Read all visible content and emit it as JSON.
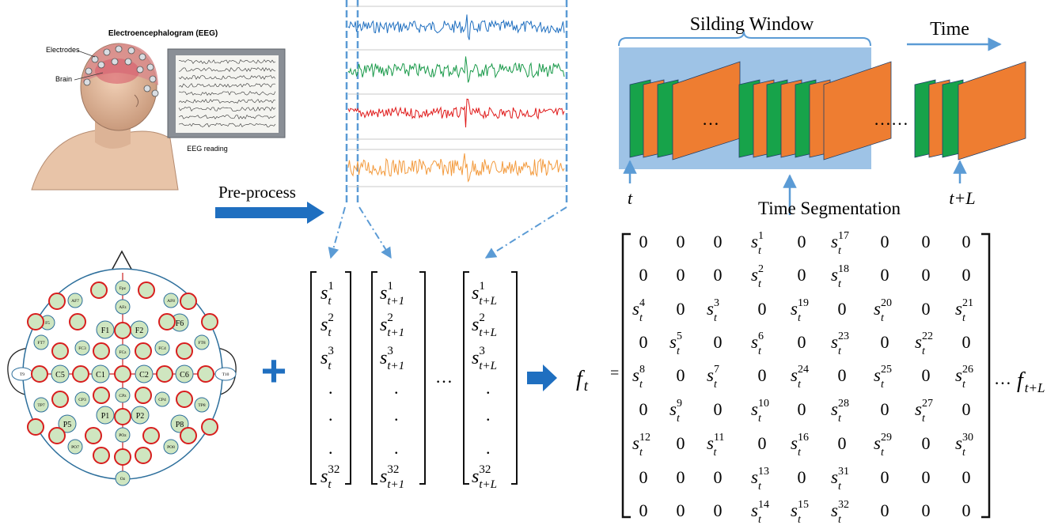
{
  "eeg_illustration": {
    "title": "Electroencephalogram (EEG)",
    "electrodes_label": "Electrodes",
    "brain_label": "Brain",
    "reading_label": "EEG reading"
  },
  "preprocess_label": "Pre-process",
  "signal_colors": [
    "#1f6fc0",
    "#1a9a4a",
    "#e01a1a",
    "#f39a3c"
  ],
  "sliding": {
    "title": "Silding Window",
    "time_label": "Time",
    "start_label": "t",
    "end_label": "t+L",
    "segmentation_label": "Time Segmentation",
    "ellipsis_short": "…",
    "ellipsis_long": "……",
    "colors": {
      "window": "#9ec3e6",
      "green": "#17a34a",
      "orange": "#ee7d31",
      "arrow": "#5b9bd5"
    }
  },
  "electrode_map": {
    "plain_labels": [
      "T9",
      "C5",
      "C1",
      "C2",
      "C6",
      "T10",
      "F1",
      "F2",
      "F6",
      "P1",
      "P2",
      "P5",
      "P8",
      "FC3",
      "FC4",
      "CP3",
      "CP4",
      "FT7",
      "FT8",
      "TP7",
      "TP8",
      "AF7",
      "AF8",
      "F5",
      "Fpz",
      "AFz",
      "FCz",
      "CPz",
      "POz",
      "PO7",
      "PO8",
      "Oz"
    ],
    "plus_symbol": "+"
  },
  "vectors": {
    "v1": {
      "base": "s",
      "sub": "t",
      "sups": [
        "1",
        "2",
        "3",
        "32"
      ]
    },
    "v2": {
      "base": "s",
      "sub": "t+1",
      "sups": [
        "1",
        "2",
        "3",
        "32"
      ]
    },
    "v3": {
      "base": "s",
      "sub": "t+L",
      "sups": [
        "1",
        "2",
        "3",
        "32"
      ]
    },
    "dots": ".",
    "ellipsis": "…"
  },
  "matrix": {
    "lhs_base": "f",
    "lhs_sub": "t",
    "equals": "=",
    "tail_ellipsis": "…",
    "tail_base": "f",
    "tail_sub": "t+L",
    "rows": [
      [
        "0",
        "0",
        "0",
        "1",
        "0",
        "17",
        "0",
        "0",
        "0"
      ],
      [
        "0",
        "0",
        "0",
        "2",
        "0",
        "18",
        "0",
        "0",
        "0"
      ],
      [
        "4",
        "0",
        "3",
        "0",
        "19",
        "0",
        "20",
        "0",
        "21"
      ],
      [
        "0",
        "5",
        "0",
        "6",
        "0",
        "23",
        "0",
        "22",
        "0"
      ],
      [
        "8",
        "0",
        "7",
        "0",
        "24",
        "0",
        "25",
        "0",
        "26"
      ],
      [
        "0",
        "9",
        "0",
        "10",
        "0",
        "28",
        "0",
        "27",
        "0"
      ],
      [
        "12",
        "0",
        "11",
        "0",
        "16",
        "0",
        "29",
        "0",
        "30"
      ],
      [
        "0",
        "0",
        "0",
        "13",
        "0",
        "31",
        "0",
        "0",
        "0"
      ],
      [
        "0",
        "0",
        "0",
        "14",
        "15",
        "32",
        "0",
        "0",
        "0"
      ]
    ],
    "zero": "0",
    "s_base": "s",
    "s_sub": "t"
  }
}
